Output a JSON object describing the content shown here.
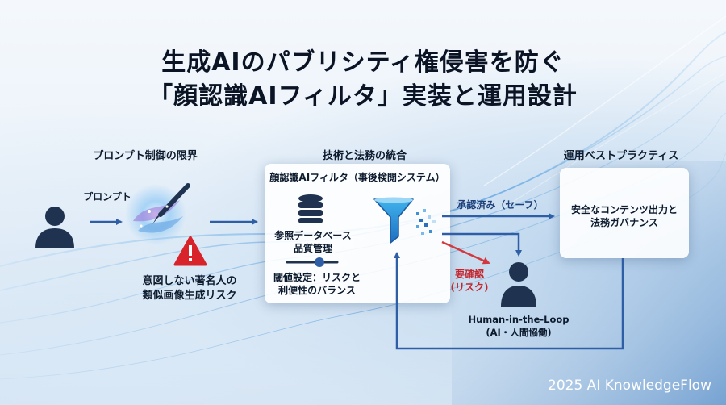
{
  "title": {
    "line1": "生成AIのパブリシティ権侵害を防ぐ",
    "line2": "「顔認識AIフィルタ」実装と運用設計"
  },
  "sections": {
    "left": "プロンプト制御の限界",
    "center": "技術と法務の統合",
    "right": "運用ベストプラクティス"
  },
  "left": {
    "prompt_label": "プロンプト",
    "risk_line1": "意図しない著名人の",
    "risk_line2": "類似画像生成リスク"
  },
  "center_panel": {
    "heading": "顔認識AIフィルタ（事後検閲システム）",
    "db_line1": "参照データベース",
    "db_line2": "品質管理",
    "threshold_line1": "閾値設定：リスクと",
    "threshold_line2": "利便性のバランス"
  },
  "flow": {
    "approved": "承認済み（セーフ）",
    "review_line1": "要確認",
    "review_line2": "(リスク)"
  },
  "right_panel": {
    "line1": "安全なコンテンツ出力と",
    "line2": "法務ガバナンス"
  },
  "human": {
    "line1": "Human-in-the-Loop",
    "line2": "(AI・人間協働)"
  },
  "footer": "2025 AI KnowledgeFlow",
  "colors": {
    "arrow_blue": "#2e5fa6",
    "arrow_red": "#d2393f",
    "warning_red": "#d8232a",
    "icon_navy": "#1f3350"
  }
}
